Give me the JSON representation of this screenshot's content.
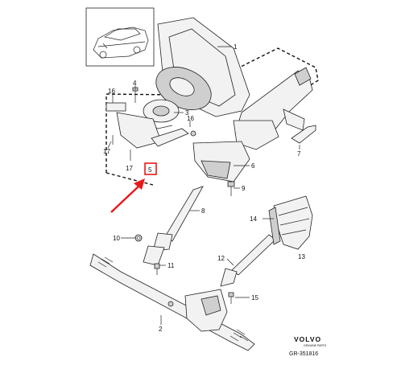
{
  "labels": {
    "l1": "1",
    "l2": "2",
    "l3": "3",
    "l4": "4",
    "l5": "5",
    "l6": "6",
    "l7": "7",
    "l8": "8",
    "l9": "9",
    "l10": "10",
    "l11": "11",
    "l12": "12",
    "l13": "13",
    "l14": "14",
    "l15": "15",
    "l16a": "16",
    "l16b": "16",
    "l17a": "17",
    "l17b": "17"
  },
  "brand": {
    "name": "VOLVO",
    "tagline": "GENUINE PARTS"
  },
  "diagram_code": "GR-351816",
  "colors": {
    "highlight": "#e8191b",
    "line": "#222222",
    "background": "#ffffff"
  }
}
